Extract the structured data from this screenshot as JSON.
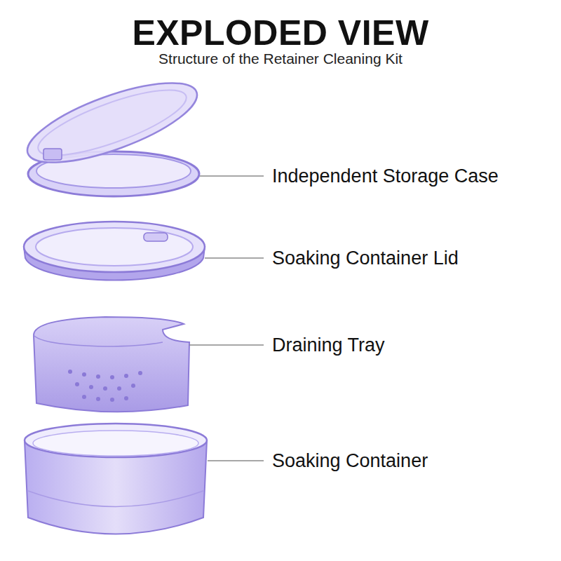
{
  "diagram": {
    "title": "EXPLODED VIEW",
    "caption": "Structure of the Retainer Cleaning Kit",
    "labels": [
      "Independent Storage Case",
      "Soaking Container Lid",
      "Draining Tray",
      "Soaking Container"
    ]
  }
}
